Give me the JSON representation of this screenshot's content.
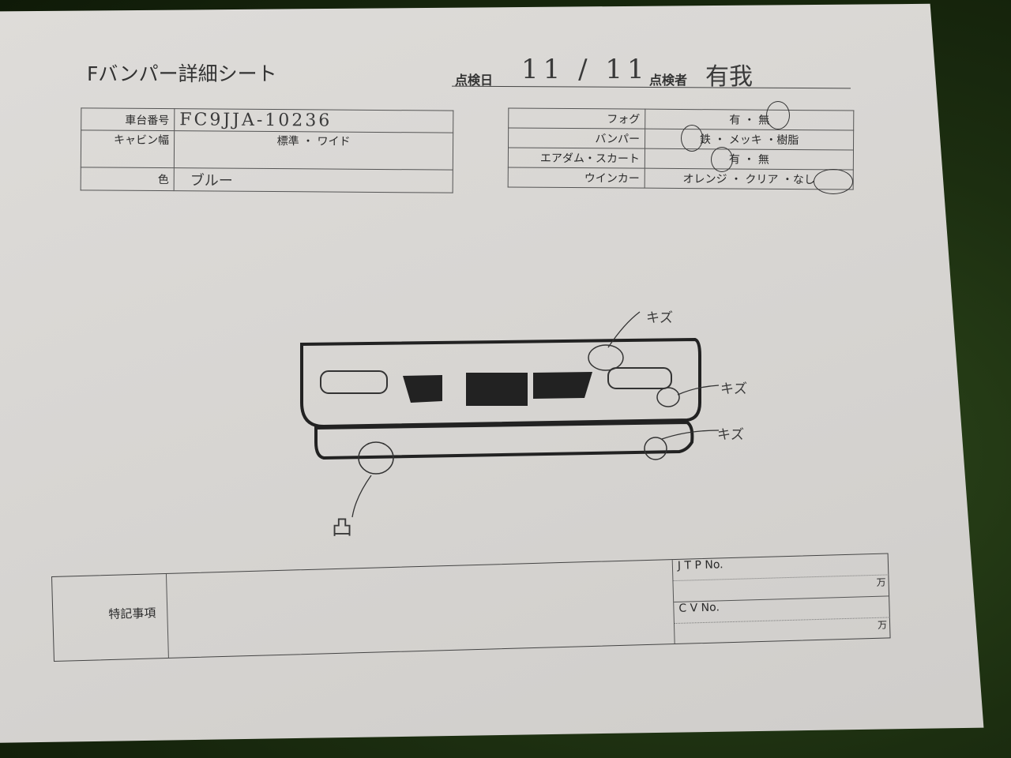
{
  "title": "Fバンパー詳細シート",
  "header": {
    "date_label": "点検日",
    "date_value": "11 / 11",
    "inspector_label": "点検者",
    "inspector_value": "有我"
  },
  "left_table": [
    {
      "label": "車台番号",
      "value": "FC9JJA-10236"
    },
    {
      "label": "キャビン幅",
      "value": "標準 ・ ワイド"
    },
    {
      "label": "色",
      "value": "ブルー"
    }
  ],
  "right_table": [
    {
      "label": "フォグ",
      "options": [
        "有",
        "無"
      ],
      "selected": "無"
    },
    {
      "label": "バンパー",
      "options": [
        "鉄",
        "メッキ",
        "樹脂"
      ],
      "selected": "鉄"
    },
    {
      "label": "エアダム・スカート",
      "options": [
        "有",
        "無"
      ],
      "selected": "有"
    },
    {
      "label": "ウインカー",
      "options": [
        "オレンジ",
        "クリア",
        "なし"
      ],
      "selected": "なし"
    }
  ],
  "diagram": {
    "annotations": [
      "キズ",
      "キズ",
      "キズ",
      "凸"
    ]
  },
  "bottom": {
    "notes_label": "特記事項",
    "jtp_label": "J T P No.",
    "cv_label": "C V No.",
    "unit": "万"
  }
}
